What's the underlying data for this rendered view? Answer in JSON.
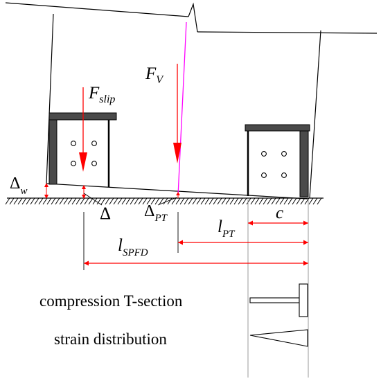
{
  "labels": {
    "f_slip_main": "F",
    "f_slip_sub": "slip",
    "f_v_main": "F",
    "f_v_sub": "V",
    "delta_w_main": "Δ",
    "delta_w_sub": "w",
    "delta": "Δ",
    "delta_pt_main": "Δ",
    "delta_pt_sub": "PT",
    "c": "c",
    "l_pt_main": "l",
    "l_pt_sub": "PT",
    "l_spfd_main": "l",
    "l_spfd_sub": "SPFD",
    "compression_t_section": "compression T-section",
    "strain_distribution": "strain distribution"
  },
  "colors": {
    "force_arrow": "#ff0000",
    "dimension_arrow": "#ff0000",
    "crack_line": "#ff00ff",
    "outline": "#000000",
    "plate": "#4a4a4a"
  }
}
